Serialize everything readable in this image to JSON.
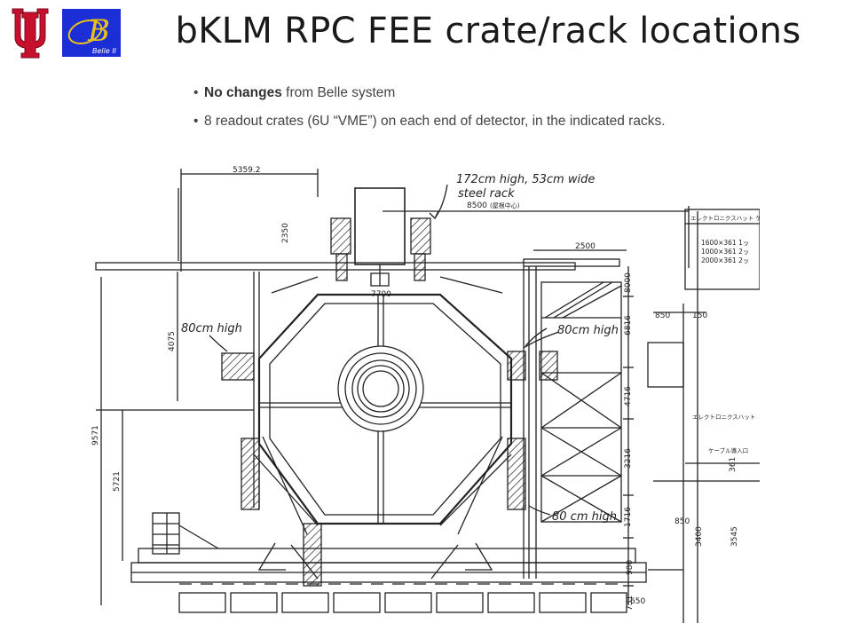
{
  "slide": {
    "title": "bKLM RPC FEE crate/rack locations",
    "bullets": {
      "b1": {
        "bold": "No changes",
        "rest": " from Belle system"
      },
      "b2": {
        "text": "8 readout crates (6U “VME”) on each end of detector, in the indicated racks."
      }
    }
  },
  "logos": {
    "belle_letter": "B",
    "belle_label": "Belle II"
  },
  "drawing": {
    "annotations": {
      "rack_line1": "172cm high, 53cm wide",
      "rack_line2": "steel rack",
      "left_80": "80cm high",
      "right_80": "80cm high",
      "bottom_80": "80 cm high"
    },
    "dims": {
      "d5359": "5359.2",
      "d8500": "8500",
      "d8500_note": "(屋根中心)",
      "d2350": "2350",
      "d2500": "2500",
      "d7700": "7700",
      "d8000": "8000",
      "d6816": "6816",
      "d4716": "4716",
      "d3216": "3216",
      "d1716": "1716",
      "d4075": "4075",
      "d9571": "9571",
      "d5721": "5721",
      "d980": "980",
      "d731": "731",
      "d850a": "850",
      "d150": "150",
      "d850b": "850",
      "d650": "650",
      "d3400": "3400",
      "d3545": "3545",
      "d361": "361"
    },
    "table": {
      "header": "エレクトロニクスハット ケー",
      "r1": "1600×361 1ッ",
      "r2": "1000×361 2ッ",
      "r3": "2000×361 2ッ",
      "lower_label": "エレクトロニクスハット",
      "cable_label": "ケーブル導入口"
    }
  },
  "colors": {
    "iu_red": "#c8102e",
    "belle_blue": "#1c2fd6",
    "belle_gold": "#e8c21a",
    "ink": "#222222"
  }
}
